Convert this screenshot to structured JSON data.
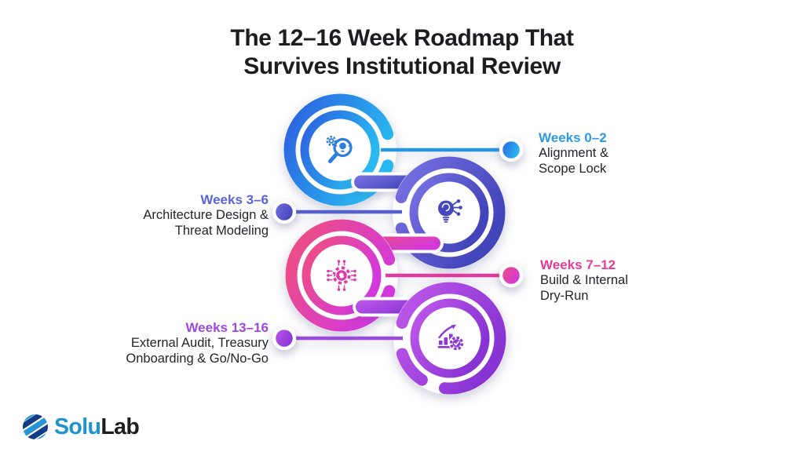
{
  "title": {
    "line1": "The 12–16 Week Roadmap That",
    "line2": "Survives Institutional Review"
  },
  "phases": [
    {
      "label": "Weeks 0–2",
      "desc1": "Alignment &",
      "desc2": "Scope Lock",
      "color": "#2b9ae8",
      "icon": "search-idea-icon",
      "side": "right"
    },
    {
      "label": "Weeks 3–6",
      "desc1": "Architecture Design &",
      "desc2": "Threat Modeling",
      "color": "#5a64d6",
      "icon": "idea-network-icon",
      "side": "left"
    },
    {
      "label": "Weeks 7–12",
      "desc1": "Build & Internal",
      "desc2": "Dry-Run",
      "color": "#e83a9a",
      "icon": "gear-circuit-icon",
      "side": "right"
    },
    {
      "label": "Weeks 13–16",
      "desc1": "External Audit, Treasury",
      "desc2": "Onboarding & Go/No-Go",
      "color": "#9a4ae2",
      "icon": "growth-chart-gear-icon",
      "side": "left"
    }
  ],
  "logo": {
    "part1": "Solu",
    "part2": "Lab"
  },
  "colors": {
    "background": "#ffffff",
    "title_text": "#1c1d20",
    "body_text": "#23252c",
    "phase1_gradient": [
      "#2c5fe0",
      "#29b9f0"
    ],
    "phase2_gradient": [
      "#7a72e4",
      "#4244ba"
    ],
    "phase3_gradient": [
      "#f0507c",
      "#d238dc"
    ],
    "phase4_gradient": [
      "#c058ea",
      "#8834d4"
    ],
    "logo_blue": "#1d93cf",
    "logo_dark": "#1e1e1e"
  }
}
